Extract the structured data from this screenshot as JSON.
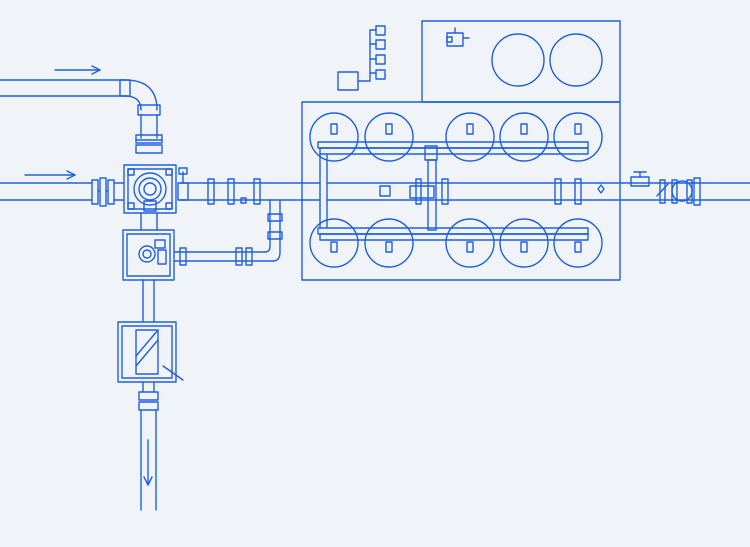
{
  "diagram": {
    "type": "piping-layout-schematic",
    "background_color": "#f0f3f7",
    "line_color": "#1f5fe0",
    "text_labels": [],
    "components": {
      "inlet_pipes": 2,
      "flow_arrows": 3,
      "elbows": 2,
      "flanges": 12,
      "valve_boxes": 3,
      "filter_vessels": 10,
      "headers": 2,
      "tanks": 2,
      "control_box": 1
    }
  }
}
